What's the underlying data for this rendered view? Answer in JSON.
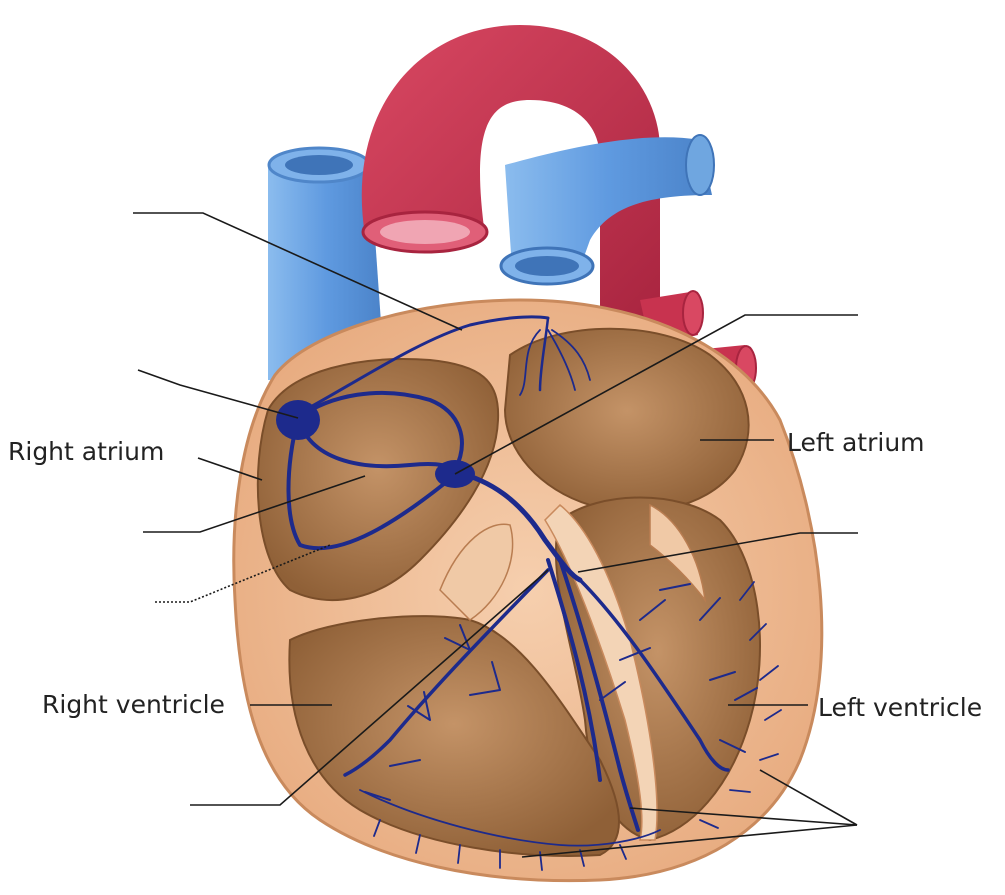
{
  "labels": {
    "right_atrium": "Right atrium",
    "left_atrium": "Left atrium",
    "right_ventricle": "Right ventricle",
    "left_ventricle": "Left ventricle"
  },
  "colors": {
    "aorta": "#c8334f",
    "vena_cava": "#6fa6e0",
    "pulmonary_artery": "#5b95d8",
    "heart_wall": "#f2c29b",
    "chamber": "#a8784f",
    "conduction": "#1d2a8c"
  }
}
